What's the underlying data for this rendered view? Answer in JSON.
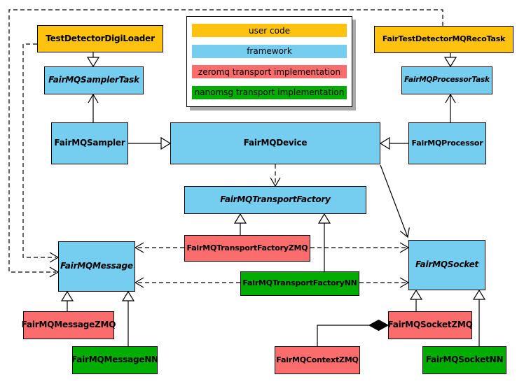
{
  "legend": {
    "items": [
      {
        "label": "user code",
        "color": "#FFC20E"
      },
      {
        "label": "framework",
        "color": "#75CDF0"
      },
      {
        "label": "zeromq transport implementation",
        "color": "#FB6D6D"
      },
      {
        "label": "nanomsg transport implementation",
        "color": "#00AD00"
      }
    ]
  },
  "colors": {
    "user_code": "#FFC20E",
    "framework": "#75CDF0",
    "zeromq": "#FB6D6D",
    "nanomsg": "#00AD00",
    "line": "#000000",
    "background": "#FFFFFF"
  },
  "nodes": {
    "digiloader": {
      "label": "TestDetectorDigiLoader",
      "category": "user code",
      "abstract": false
    },
    "recotask": {
      "label": "FairTestDetectorMQRecoTask",
      "category": "user code",
      "abstract": false
    },
    "samplertask": {
      "label": "FairMQSamplerTask",
      "category": "framework",
      "abstract": true
    },
    "processortask": {
      "label": "FairMQProcessorTask",
      "category": "framework",
      "abstract": true
    },
    "sampler": {
      "label": "FairMQSampler",
      "category": "framework",
      "abstract": false
    },
    "device": {
      "label": "FairMQDevice",
      "category": "framework",
      "abstract": false
    },
    "processor": {
      "label": "FairMQProcessor",
      "category": "framework",
      "abstract": false
    },
    "transportfactory": {
      "label": "FairMQTransportFactory",
      "category": "framework",
      "abstract": true
    },
    "tfzmq": {
      "label": "FairMQTransportFactoryZMQ",
      "category": "zeromq",
      "abstract": false
    },
    "tfnn": {
      "label": "FairMQTransportFactoryNN",
      "category": "nanomsg",
      "abstract": false
    },
    "message": {
      "label": "FairMQMessage",
      "category": "framework",
      "abstract": true
    },
    "socket": {
      "label": "FairMQSocket",
      "category": "framework",
      "abstract": true
    },
    "msgzmq": {
      "label": "FairMQMessageZMQ",
      "category": "zeromq",
      "abstract": false
    },
    "msgnn": {
      "label": "FairMQMessageNN",
      "category": "nanomsg",
      "abstract": false
    },
    "contextzmq": {
      "label": "FairMQContextZMQ",
      "category": "zeromq",
      "abstract": false
    },
    "socketzmq": {
      "label": "FairMQSocketZMQ",
      "category": "zeromq",
      "abstract": false
    },
    "socketnn": {
      "label": "FairMQSocketNN",
      "category": "nanomsg",
      "abstract": false
    }
  },
  "relationships": [
    {
      "from": "TestDetectorDigiLoader",
      "to": "FairMQSamplerTask",
      "type": "inheritance"
    },
    {
      "from": "FairTestDetectorMQRecoTask",
      "to": "FairMQProcessorTask",
      "type": "inheritance"
    },
    {
      "from": "FairMQSampler",
      "to": "FairMQDevice",
      "type": "inheritance"
    },
    {
      "from": "FairMQProcessor",
      "to": "FairMQDevice",
      "type": "inheritance"
    },
    {
      "from": "FairMQSampler",
      "to": "FairMQSamplerTask",
      "type": "association"
    },
    {
      "from": "FairMQProcessor",
      "to": "FairMQProcessorTask",
      "type": "association"
    },
    {
      "from": "FairMQDevice",
      "to": "FairMQTransportFactory",
      "type": "dependency"
    },
    {
      "from": "FairMQDevice",
      "to": "FairMQSocket",
      "type": "association"
    },
    {
      "from": "FairMQTransportFactoryZMQ",
      "to": "FairMQTransportFactory",
      "type": "inheritance"
    },
    {
      "from": "FairMQTransportFactoryNN",
      "to": "FairMQTransportFactory",
      "type": "inheritance"
    },
    {
      "from": "FairMQTransportFactoryZMQ",
      "to": "FairMQMessage",
      "type": "dependency"
    },
    {
      "from": "FairMQTransportFactoryZMQ",
      "to": "FairMQSocket",
      "type": "dependency"
    },
    {
      "from": "FairMQTransportFactoryNN",
      "to": "FairMQMessage",
      "type": "dependency"
    },
    {
      "from": "FairMQTransportFactoryNN",
      "to": "FairMQSocket",
      "type": "dependency"
    },
    {
      "from": "TestDetectorDigiLoader",
      "to": "FairMQMessage",
      "type": "dependency"
    },
    {
      "from": "FairTestDetectorMQRecoTask",
      "to": "FairMQMessage",
      "type": "dependency"
    },
    {
      "from": "FairMQMessageZMQ",
      "to": "FairMQMessage",
      "type": "inheritance"
    },
    {
      "from": "FairMQMessageNN",
      "to": "FairMQMessage",
      "type": "inheritance"
    },
    {
      "from": "FairMQSocketZMQ",
      "to": "FairMQSocket",
      "type": "inheritance"
    },
    {
      "from": "FairMQSocketNN",
      "to": "FairMQSocket",
      "type": "inheritance"
    },
    {
      "from": "FairMQSocketZMQ",
      "to": "FairMQContextZMQ",
      "type": "composition"
    }
  ]
}
